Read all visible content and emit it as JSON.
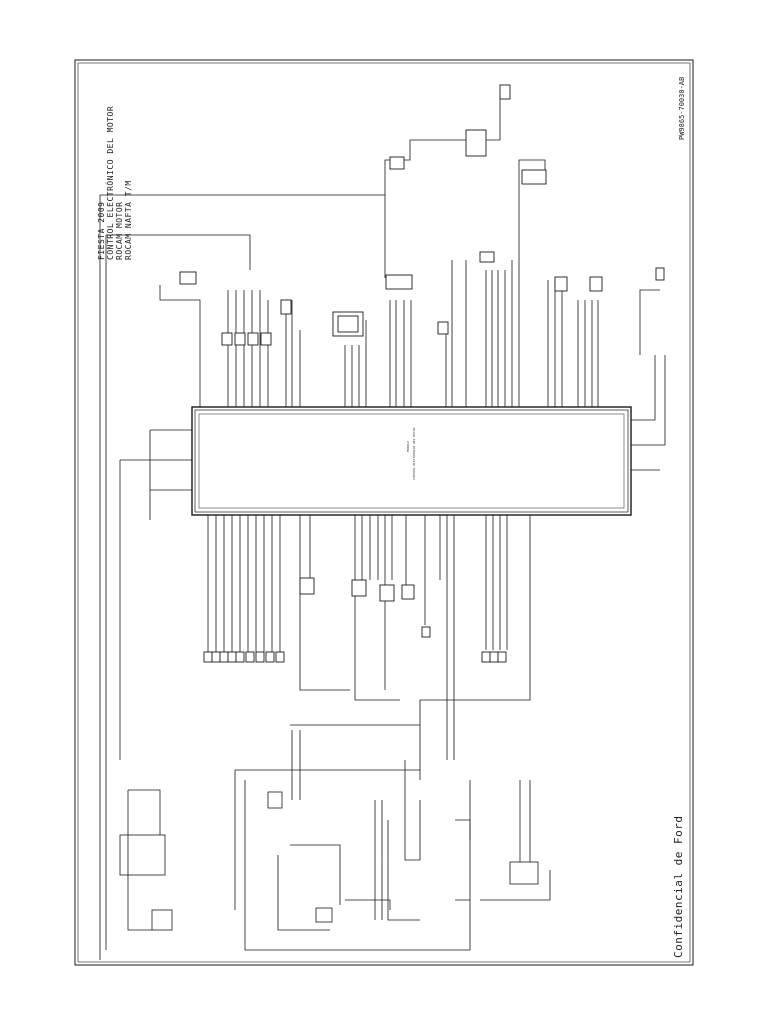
{
  "title": {
    "lines": [
      "FIESTA 2009",
      "CONTROL ELECTRÓNICO DEL MOTOR",
      "ROCAM MOTOR",
      "ROCAM NAFTA T/M"
    ]
  },
  "part_number": "PW9865-70030-AB",
  "confidential": "Confidencial de Ford",
  "module": {
    "label_1": "MÓDULO",
    "label_2": "CONTROL ELECTRÓNICO DEL MOTOR"
  },
  "colors": {
    "line": "#1a1a1a",
    "paper": "#ffffff"
  }
}
